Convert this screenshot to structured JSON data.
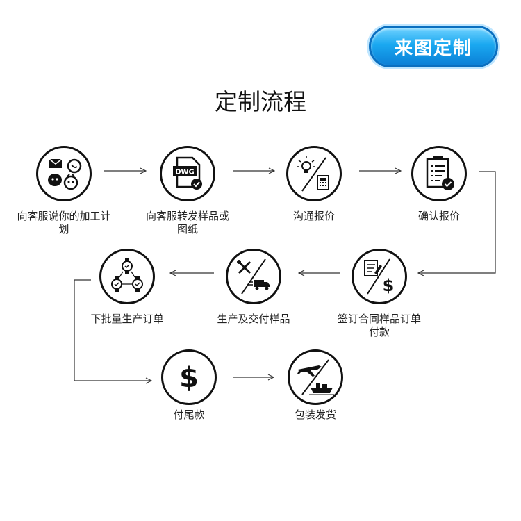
{
  "cta_button": "来图定制",
  "title": "定制流程",
  "steps": [
    {
      "label": "向客服说你的加工计划",
      "icon": "chat-apps-icon"
    },
    {
      "label": "向客服转发样品或图纸",
      "icon": "dwg-file-icon"
    },
    {
      "label": "沟通报价",
      "icon": "idea-calculator-icon"
    },
    {
      "label": "确认报价",
      "icon": "clipboard-check-icon"
    },
    {
      "label": "签订合同样品订单付款",
      "icon": "contract-payment-icon"
    },
    {
      "label": "生产及交付样品",
      "icon": "tools-delivery-icon"
    },
    {
      "label": "下批量生产订单",
      "icon": "batch-production-icon"
    },
    {
      "label": "付尾款",
      "icon": "dollar-icon"
    },
    {
      "label": "包装发货",
      "icon": "plane-ship-icon"
    }
  ]
}
